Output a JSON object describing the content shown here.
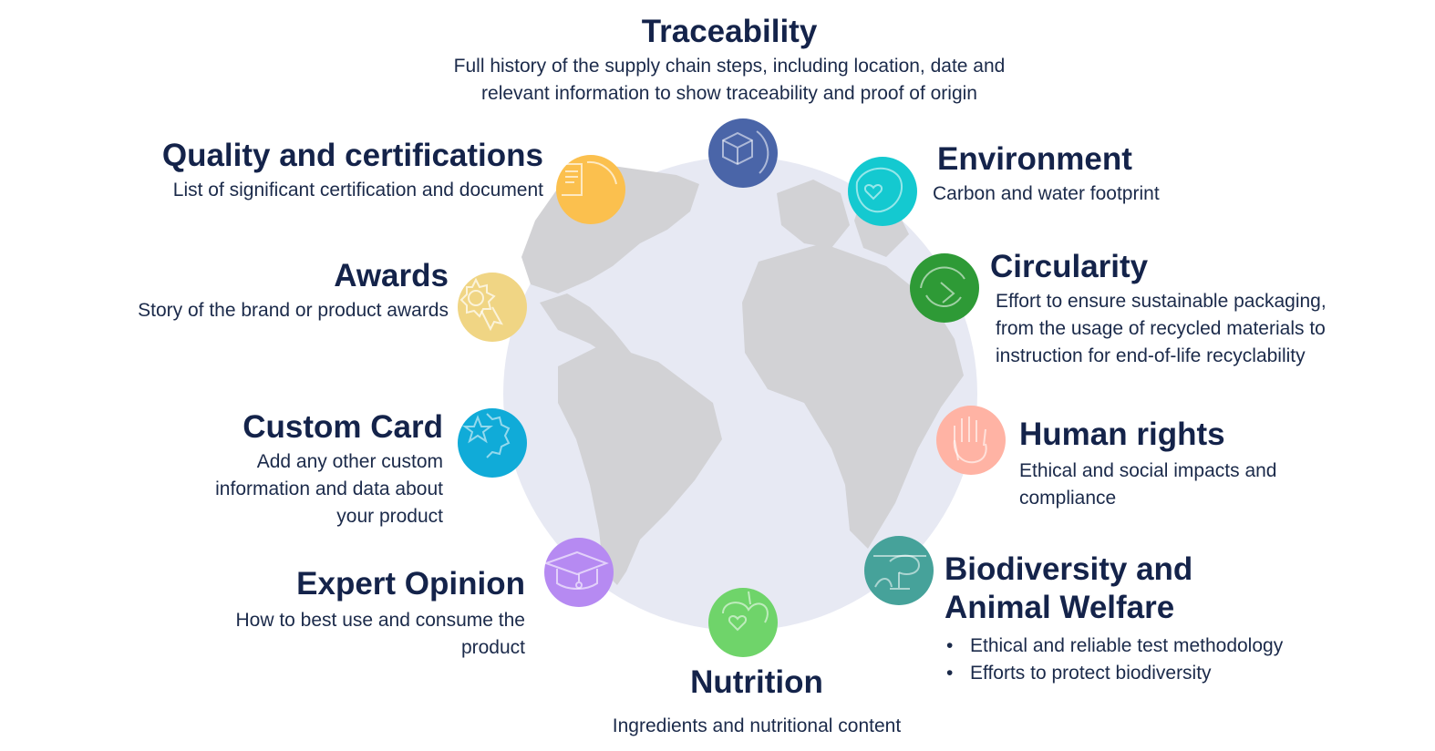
{
  "colors": {
    "globe": "#e7e9f3",
    "land": "#d2d2d5",
    "traceability": "#4a65a8",
    "environment": "#14c9d0",
    "circularity": "#2e9a36",
    "human_rights": "#ffb3a4",
    "biodiversity": "#46a29a",
    "nutrition": "#6fd46a",
    "expert_opinion": "#b68af2",
    "custom_card": "#10abd8",
    "awards": "#f0d584",
    "quality": "#fbc04e"
  },
  "traceability": {
    "title": "Traceability",
    "desc_lines": [
      "Full history of the supply chain steps, including location, date and",
      "relevant information to show traceability and proof of origin"
    ],
    "icon": "box-icon"
  },
  "environment": {
    "title": "Environment",
    "desc_lines": [
      "Carbon and water footprint"
    ],
    "icon": "leaf-heart-icon"
  },
  "circularity": {
    "title": "Circularity",
    "desc_lines": [
      "Effort to ensure sustainable packaging,",
      "from the usage of recycled materials to",
      "instruction for end-of-life recyclability"
    ],
    "icon": "recycle-arrow-icon"
  },
  "human_rights": {
    "title": "Human rights",
    "desc_lines": [
      "Ethical and social impacts and",
      "compliance"
    ],
    "icon": "hand-icon"
  },
  "biodiversity": {
    "title_lines": [
      "Biodiversity and",
      "Animal Welfare"
    ],
    "bullets": [
      "Ethical and reliable test methodology",
      "Efforts to protect biodiversity"
    ],
    "icon": "rabbit-icon"
  },
  "nutrition": {
    "title": "Nutrition",
    "desc_lines": [
      "Ingredients and nutritional content"
    ],
    "icon": "apple-heart-icon"
  },
  "expert_opinion": {
    "title": "Expert Opinion",
    "desc_lines": [
      "How to best use and consume the",
      "product"
    ],
    "icon": "graduation-cap-icon"
  },
  "custom_card": {
    "title": "Custom Card",
    "desc_lines": [
      "Add any other custom",
      "information and data about",
      "your product"
    ],
    "icon": "star-badge-icon"
  },
  "awards": {
    "title": "Awards",
    "desc_lines": [
      "Story of the brand or product awards"
    ],
    "icon": "award-ribbon-icon"
  },
  "quality": {
    "title": "Quality and certifications",
    "desc_lines": [
      "List of significant certification and document"
    ],
    "icon": "certificate-icon"
  }
}
